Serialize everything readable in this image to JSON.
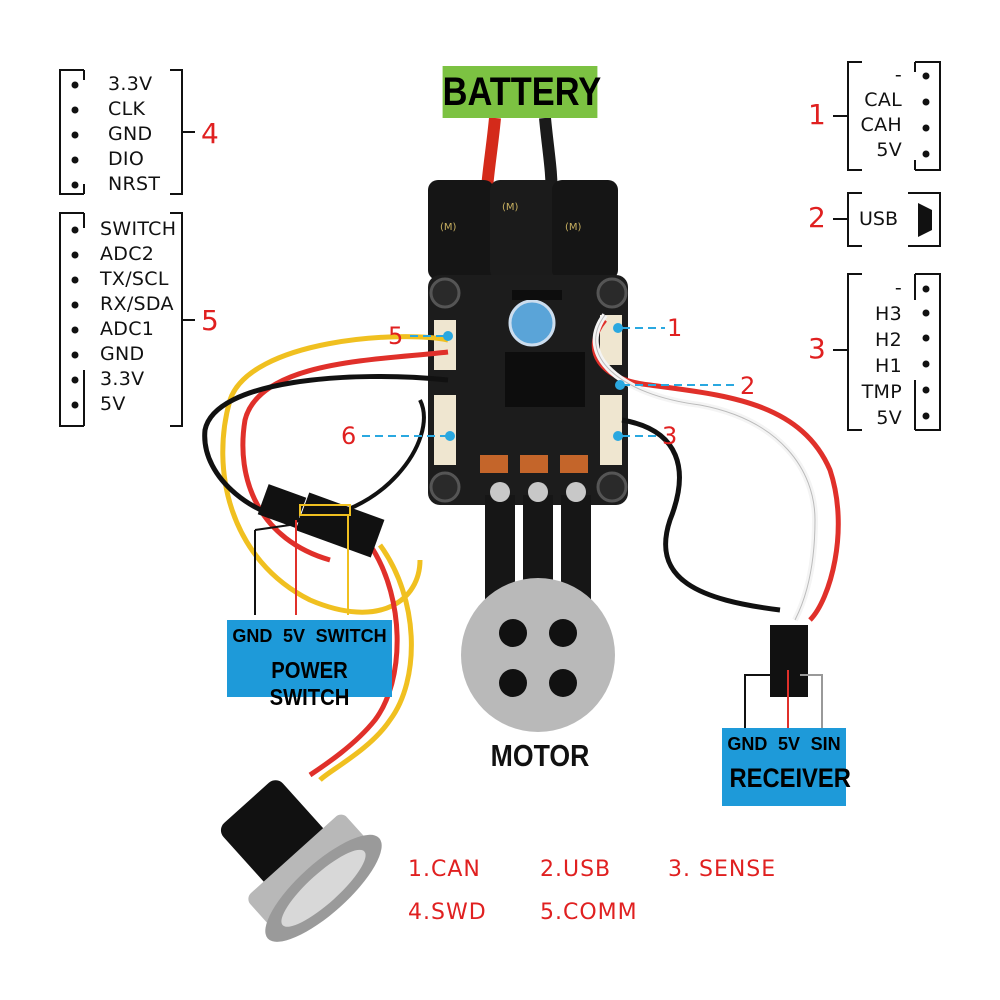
{
  "title": "BATTERY",
  "motor_label": "MOTOR",
  "connectors": {
    "swd": {
      "number": "4",
      "pins": [
        "3.3V",
        "CLK",
        "GND",
        "DIO",
        "NRST"
      ]
    },
    "comm": {
      "number": "5",
      "pins": [
        "SWITCH",
        "ADC2",
        "TX/SCL",
        "RX/SDA",
        "ADC1",
        "GND",
        "3.3V",
        "5V"
      ]
    },
    "can": {
      "number": "1",
      "pins": [
        "-",
        "CAL",
        "CAH",
        "5V"
      ]
    },
    "usb": {
      "number": "2",
      "label": "USB"
    },
    "sense": {
      "number": "3",
      "pins": [
        "-",
        "H3",
        "H2",
        "H1",
        "TMP",
        "5V"
      ]
    }
  },
  "board_callouts": {
    "c1": "1",
    "c2": "2",
    "c3": "3",
    "c5": "5",
    "c6": "6"
  },
  "power_switch": {
    "pins": [
      "GND",
      "5V",
      "SWITCH"
    ],
    "name": "POWER SWITCH"
  },
  "receiver": {
    "pins": [
      "GND",
      "5V",
      "SIN"
    ],
    "name": "RECEIVER"
  },
  "legend": [
    "1.CAN",
    "2.USB",
    "3. SENSE",
    "4.SWD",
    "5.COMM"
  ],
  "colors": {
    "accent_red": "#e02020",
    "battery_green": "#7cc242",
    "label_blue": "#1e9ad9",
    "callout_blue": "#2aa8e0"
  }
}
